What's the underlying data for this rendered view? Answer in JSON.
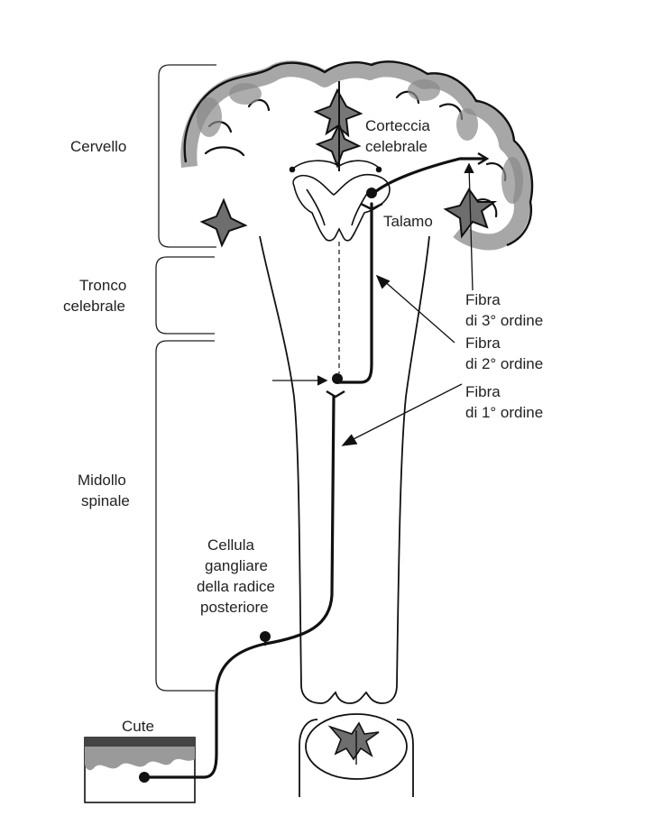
{
  "regions": {
    "cervello": "Cervello",
    "tronco_line1": "Tronco",
    "tronco_line2": "celebrale",
    "midollo_line1": "Midollo",
    "midollo_line2": "spinale"
  },
  "structures": {
    "corteccia_line1": "Corteccia",
    "corteccia_line2": "celebrale",
    "talamo": "Talamo",
    "cellula_line1": "Cellula",
    "cellula_line2": "gangliare",
    "cellula_line3": "della radice",
    "cellula_line4": "posteriore",
    "cute": "Cute"
  },
  "fibers": {
    "fibra3_line1": "Fibra",
    "fibra3_line2": "di 3° ordine",
    "fibra2_line1": "Fibra",
    "fibra2_line2": "di 2° ordine",
    "fibra1_line1": "Fibra",
    "fibra1_line2": "di 1° ordine"
  },
  "colors": {
    "line": "#111111",
    "gray_matter": "#6e6e6e",
    "gray_matter_light": "#a9a9a9",
    "skin_dark": "#555555"
  }
}
